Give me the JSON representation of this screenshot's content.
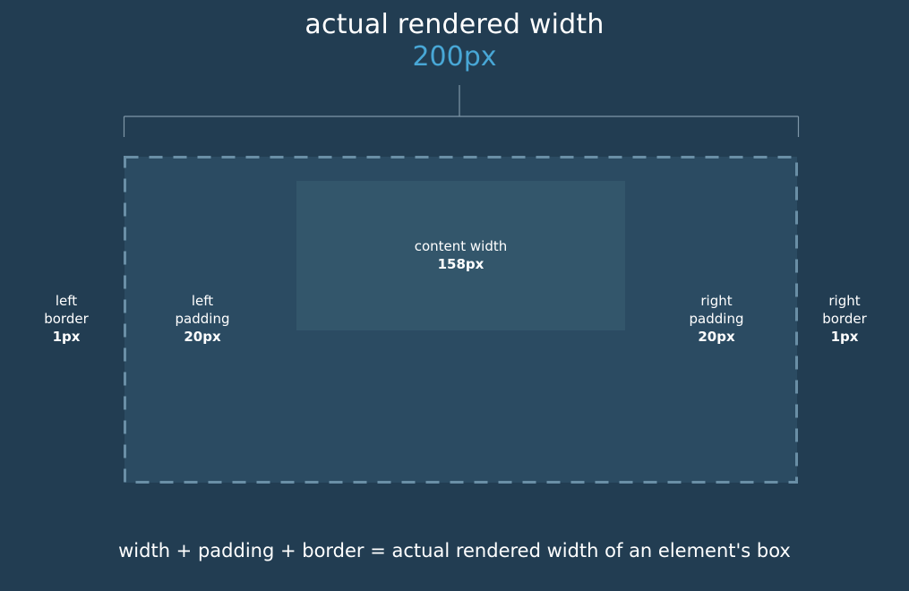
{
  "diagram": {
    "title": "actual rendered width",
    "title_value": "200px",
    "content_label": "content width",
    "content_value": "158px",
    "left_border": {
      "line1": "left",
      "line2": "border",
      "value": "1px"
    },
    "left_padding": {
      "line1": "left",
      "line2": "padding",
      "value": "20px"
    },
    "right_padding": {
      "line1": "right",
      "line2": "padding",
      "value": "20px"
    },
    "right_border": {
      "line1": "right",
      "line2": "border",
      "value": "1px"
    },
    "formula": "width + padding + border = actual rendered width of an element's box"
  },
  "colors": {
    "background": "#223d52",
    "box_fill": "#2b4b62",
    "content_fill": "#33566b",
    "accent": "#48a7d6",
    "dash_border": "#6a8fa6",
    "bracket_line": "#7f97a8"
  }
}
